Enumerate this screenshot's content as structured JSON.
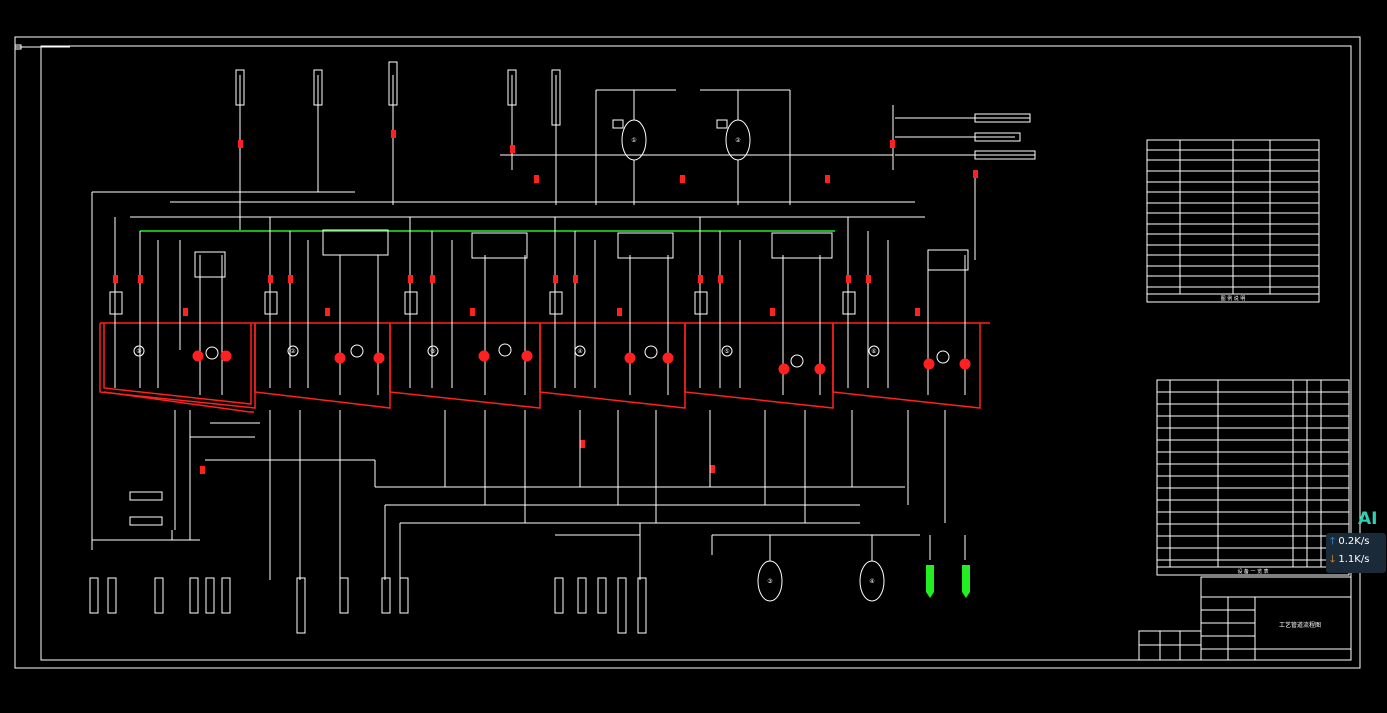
{
  "drawing": {
    "background": "#000000",
    "line_color": "#ffffff",
    "accent_red": "#ff2020",
    "accent_green": "#22ee22",
    "title_block_title": "工艺管道流程图",
    "unit_labels": [
      "①",
      "②",
      "③",
      "④",
      "⑤",
      "⑥"
    ],
    "equipment_labels": [
      "①",
      "②",
      "③",
      "④"
    ],
    "legend_title": "图 例 说 明",
    "equipment_list_header": "设 备 一 览 表"
  },
  "overlay": {
    "ai_label": "AI",
    "upload_rate": "0.2K/s",
    "download_rate": "1.1K/s",
    "upload_icon": "arrow-up-icon",
    "download_icon": "arrow-down-icon"
  }
}
